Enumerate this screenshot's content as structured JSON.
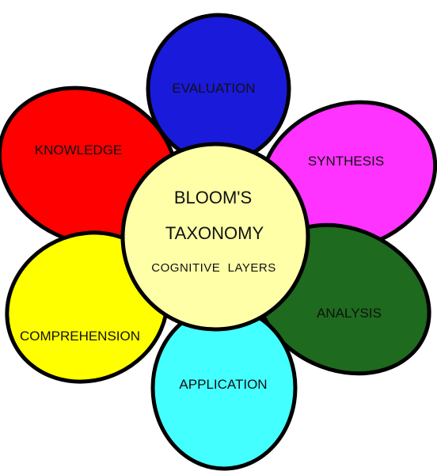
{
  "center": {
    "title_line1": "BLOOM'S",
    "title_line2": "TAXONOMY",
    "subtitle": "COGNITIVE  LAYERS",
    "color": "#ffffa8"
  },
  "petals": {
    "knowledge": {
      "label": "KNOWLEDGE",
      "color": "#ff0000"
    },
    "evaluation": {
      "label": "EVALUATION",
      "color": "#1a1adb"
    },
    "synthesis": {
      "label": "SYNTHESIS",
      "color": "#ff33ff"
    },
    "comprehension": {
      "label": "COMPREHENSION",
      "color": "#ffff00"
    },
    "application": {
      "label": "APPLICATION",
      "color": "#44ffff"
    },
    "analysis": {
      "label": "ANALYSIS",
      "color": "#1e6a1e"
    }
  }
}
